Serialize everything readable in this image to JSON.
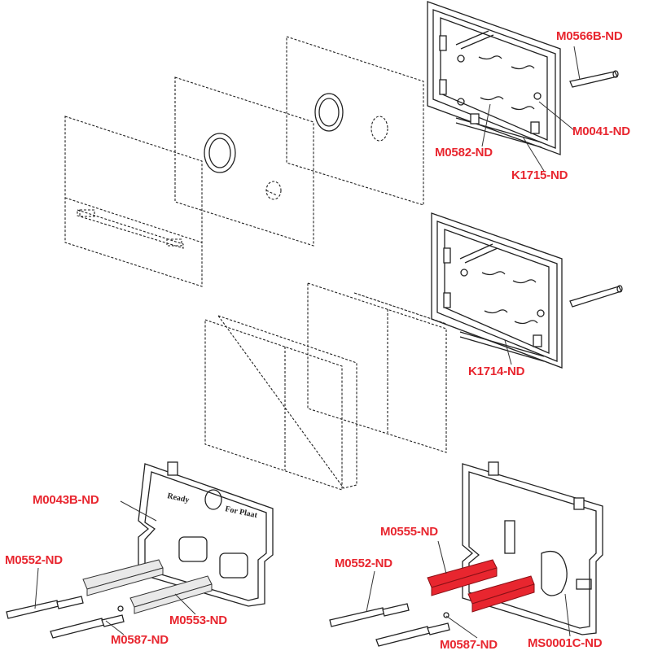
{
  "accent_color": "#e8262f",
  "labels": {
    "m0566b": "M0566B-ND",
    "m0041": "M0041-ND",
    "m0582": "M0582-ND",
    "k1715": "K1715-ND",
    "k1714": "K1714-ND",
    "m0043b": "M0043B-ND",
    "m0555": "M0555-ND",
    "m0552_left": "M0552-ND",
    "m0552_right": "M0552-ND",
    "m0553": "M0553-ND",
    "m0587_left": "M0587-ND",
    "m0587_right": "M0587-ND",
    "ms0001c": "MS0001C-ND"
  },
  "plate_text": {
    "brand_left": "Ready",
    "brand_right": "For Plaat"
  }
}
